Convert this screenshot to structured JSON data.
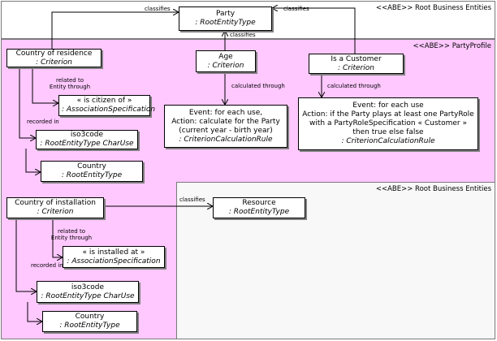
{
  "packages": {
    "top": {
      "title": "<<ABE>> Root Business Entities"
    },
    "profile": {
      "title": "<<ABE>> PartyProfile"
    },
    "bottom": {
      "title": "<<ABE>> Root Business Entities"
    }
  },
  "boxes": {
    "party": {
      "name": "Party",
      "stereotype": ": RootEntityType"
    },
    "country_of_residence": {
      "name": "Country of residence",
      "stereotype": ": Criterion"
    },
    "age": {
      "name": "Age",
      "stereotype": ": Criterion"
    },
    "is_a_customer": {
      "name": "Is a Customer",
      "stereotype": ": Criterion"
    },
    "is_citizen_of": {
      "name": "« is citizen of »",
      "stereotype": ": AssociationSpecification"
    },
    "event_age": {
      "line1": "Event: for each use,",
      "line2": "Action: calculate for the Party",
      "line3": "(current year - birth year)",
      "stereotype": ": CriterionCalculationRule"
    },
    "event_customer": {
      "line1": "Event: for each use",
      "line2": "Action: if the Party plays at least one PartyRole",
      "line3": "with a PartyRoleSpecification « Customer »",
      "line4": "then true else false",
      "stereotype": ": CriterionCalculationRule"
    },
    "iso3code_1": {
      "name": "iso3code",
      "stereotype": ": RootEntityType CharUse"
    },
    "country_1": {
      "name": "Country",
      "stereotype": ": RootEntityType"
    },
    "country_of_installation": {
      "name": "Country of installation",
      "stereotype": ": Criterion"
    },
    "resource": {
      "name": "Resource",
      "stereotype": ": RootEntityType"
    },
    "is_installed_at": {
      "name": "« is installed at »",
      "stereotype": ": AssociationSpecification"
    },
    "iso3code_2": {
      "name": "iso3code",
      "stereotype": ": RootEntityType CharUse"
    },
    "country_2": {
      "name": "Country",
      "stereotype": ": RootEntityType"
    }
  },
  "labels": {
    "classifies_left": "classifies",
    "classifies_right": "classifies",
    "classifies_center": "classifies",
    "related_to_1": "related to\nEntity through",
    "recorded_in_1": "recorded in",
    "calculated_through_age": "calculated through",
    "calculated_through_customer": "calculated through",
    "classifies_resource": "classifies",
    "related_to_2": "related to\nEntity through",
    "recorded_in_2": "recorded in"
  }
}
